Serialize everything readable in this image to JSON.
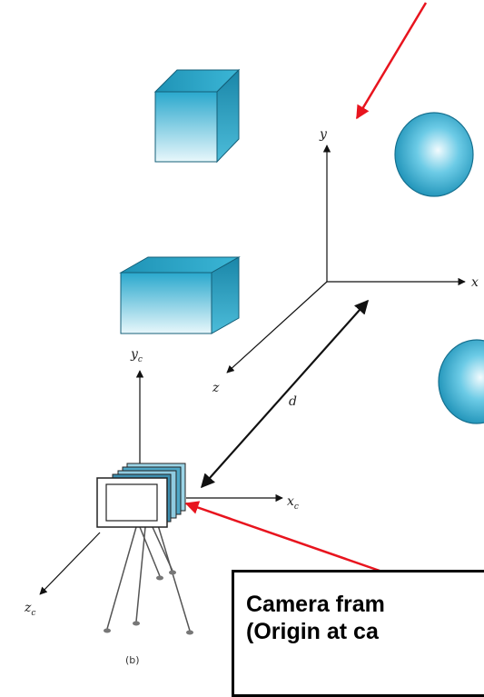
{
  "labels": {
    "y": "y",
    "x": "x",
    "z": "z",
    "d": "d",
    "yc_base": "y",
    "yc_sub": "c",
    "xc_base": "x",
    "xc_sub": "c",
    "zc_base": "z",
    "zc_sub": "c",
    "caption": "(b)"
  },
  "callout": {
    "line1": "Camera fram",
    "line2": "(Origin at ca"
  },
  "colors": {
    "arrow_red": "#e8141e",
    "object_cyan": "#29a9cf",
    "axis": "#111111"
  }
}
